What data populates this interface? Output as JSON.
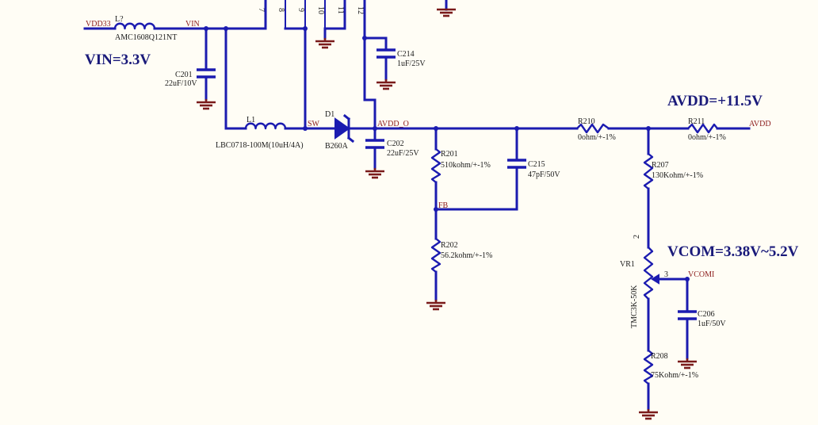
{
  "headings": {
    "vin": "VIN=3.3V",
    "avdd": "AVDD=+11.5V",
    "vcom": "VCOM=3.38V~5.2V"
  },
  "nets": {
    "vdd33": "VDD33",
    "vin": "VIN",
    "sw": "SW",
    "avdd_o": "AVDD_O",
    "fb": "FB",
    "avdd": "AVDD",
    "vcomi": "VCOMI"
  },
  "ic_pins": [
    "7",
    "8",
    "9",
    "10",
    "11",
    "12"
  ],
  "components": {
    "l_bead": {
      "ref": "L?",
      "value": "AMC1608Q121NT"
    },
    "c201": {
      "ref": "C201",
      "value": "22uF/10V"
    },
    "l1": {
      "ref": "L1",
      "value": "LBC0718-100M(10uH/4A)"
    },
    "d1": {
      "ref": "D1",
      "value": "B260A"
    },
    "c214": {
      "ref": "C214",
      "value": "1uF/25V"
    },
    "c202": {
      "ref": "C202",
      "value": "22uF/25V"
    },
    "r201": {
      "ref": "R201",
      "value": "510kohm/+-1%"
    },
    "c215": {
      "ref": "C215",
      "value": "47pF/50V"
    },
    "r202": {
      "ref": "R202",
      "value": "56.2kohm/+-1%"
    },
    "r210": {
      "ref": "R210",
      "value": "0ohm/+-1%"
    },
    "r211": {
      "ref": "R211",
      "value": "0ohm/+-1%"
    },
    "r207": {
      "ref": "R207",
      "value": "130Kohm/+-1%"
    },
    "vr1": {
      "ref": "VR1",
      "value": "TMC3K-50K",
      "pin_top": "2",
      "pin_wiper": "3"
    },
    "c206": {
      "ref": "C206",
      "value": "1uF/50V"
    },
    "r208": {
      "ref": "R208",
      "value": "75Kohm/+-1%"
    }
  },
  "colors": {
    "wire": "#1b1bb0",
    "ground": "#7a1b1b",
    "net_label": "#8b1a1a",
    "heading": "#1a1a7a",
    "background": "#fffdf5"
  }
}
